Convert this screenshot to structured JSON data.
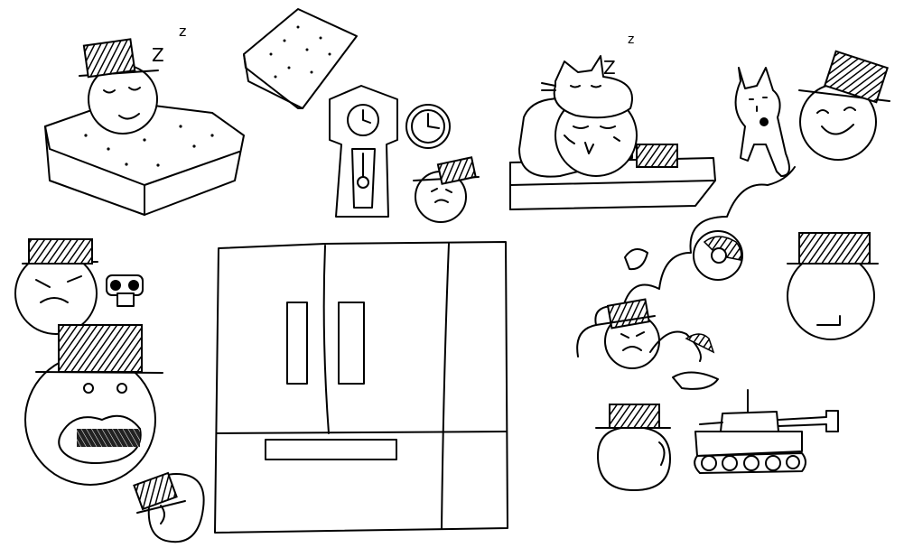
{
  "canvas": {
    "background": "#ffffff",
    "ink": "#000000"
  },
  "scene": {
    "sleep_marks": [
      "Z",
      "z",
      "Z",
      "z"
    ]
  }
}
